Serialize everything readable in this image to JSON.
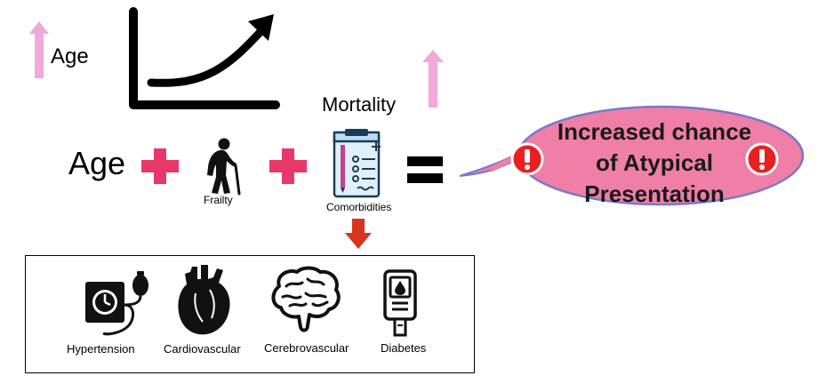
{
  "top": {
    "age_label": "Age",
    "mortality_label": "Mortality"
  },
  "equation": {
    "age_label": "Age",
    "frailty_label": "Frailty",
    "comorbidities_label": "Comorbidities"
  },
  "callout": {
    "line1": "Increased chance",
    "line2": "of Atypical",
    "line3": "Presentation"
  },
  "conditions": [
    {
      "label": "Hypertension",
      "icon": "blood-pressure-monitor-icon"
    },
    {
      "label": "Cardiovascular",
      "icon": "heart-icon"
    },
    {
      "label": "Cerebrovascular",
      "icon": "brain-icon"
    },
    {
      "label": "Diabetes",
      "icon": "glucose-meter-icon"
    }
  ],
  "colors": {
    "up_arrow": "#f2a8d8",
    "plus": "#e8386a",
    "down_arrow": "#d9341c",
    "callout_fill": "#ef7fa6",
    "callout_stroke": "#7a78c9",
    "warning": "#e82020"
  }
}
